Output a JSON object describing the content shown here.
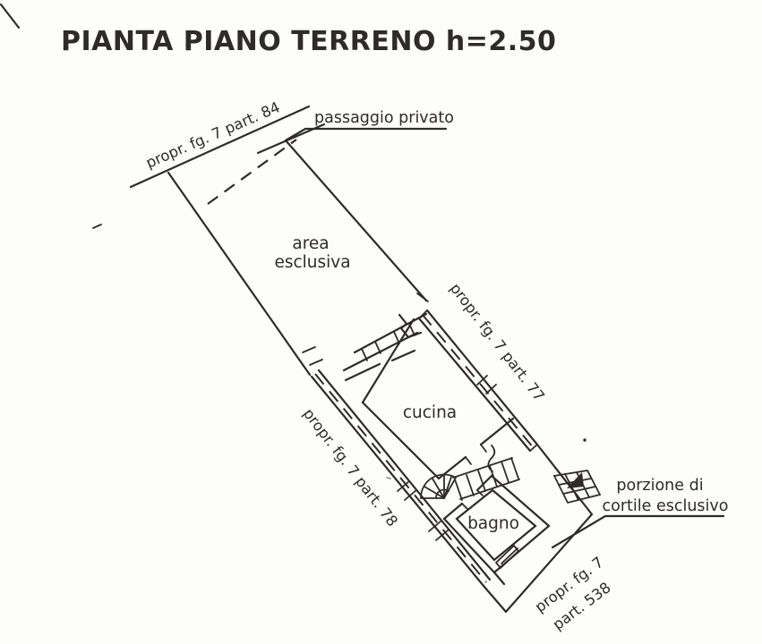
{
  "page": {
    "title": "PIANTA PIANO TERRENO h=2.50"
  },
  "parcel_labels": {
    "part_84": "propr. fg. 7 part. 84",
    "part_77": "propr. fg. 7 part. 77",
    "part_78": "propr. fg. 7 part. 78",
    "part_538_line1": "propr. fg. 7",
    "part_538_line2": "part. 538"
  },
  "annotations": {
    "passaggio": "passaggio privato",
    "cortile_line1": "porzione di",
    "cortile_line2": "cortile esclusivo"
  },
  "rooms": {
    "area_line1": "area",
    "area_line2": "esclusiva",
    "cucina": "cucina",
    "bagno": "bagno"
  },
  "colors": {
    "ink": "#2e2c2a",
    "paper": "#fdfdfb"
  }
}
